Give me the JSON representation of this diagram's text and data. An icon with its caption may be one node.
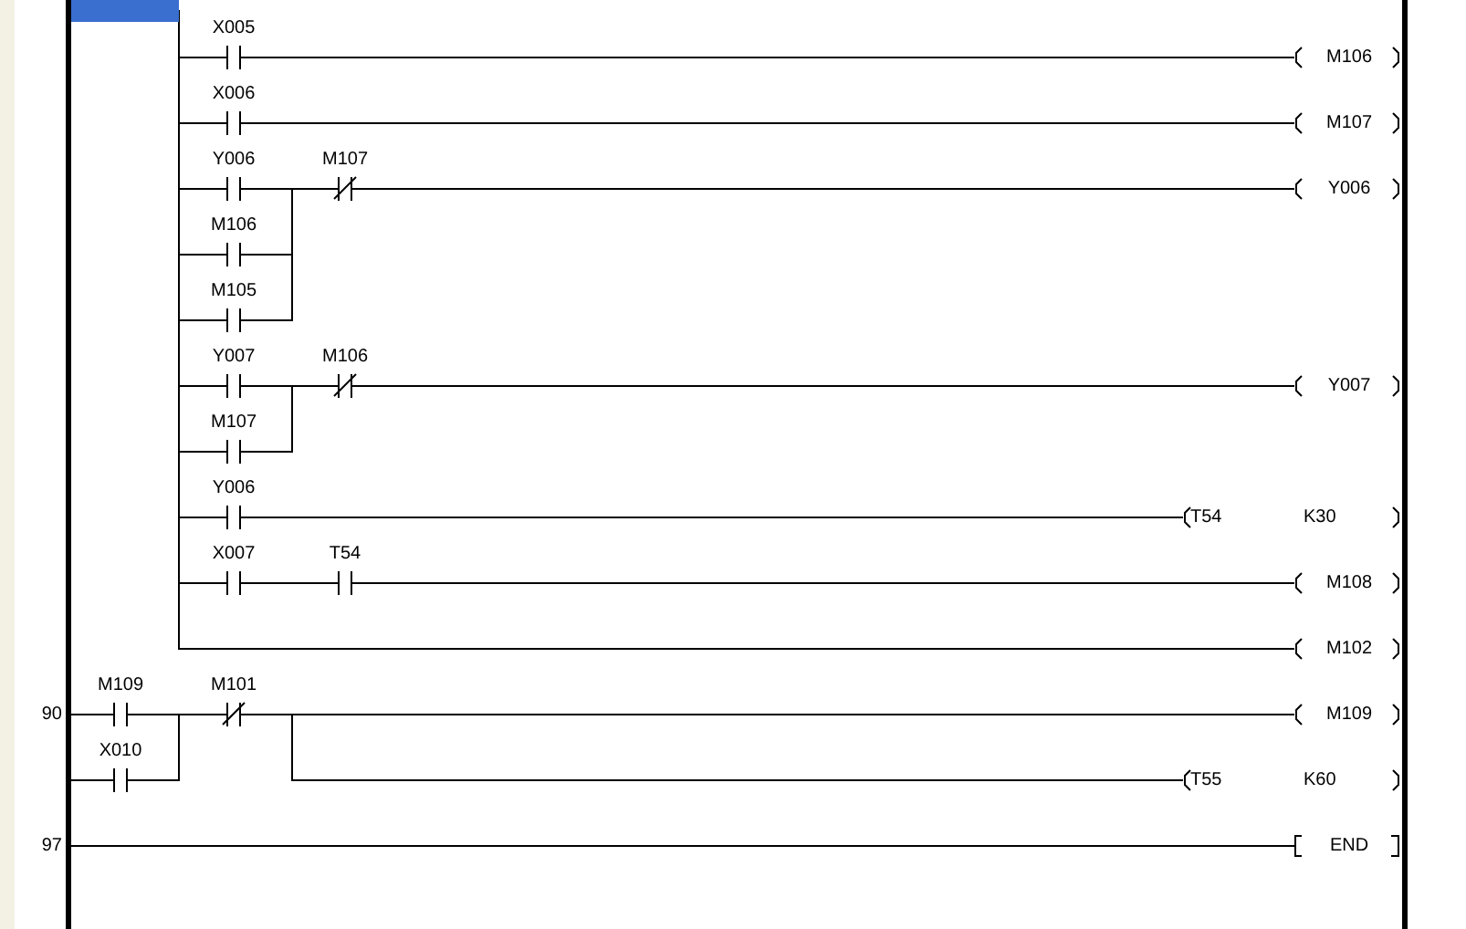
{
  "diagram": {
    "nodes": [
      {
        "text": [],
        "shape": "bar"
      },
      {
        "text": [
          "X005"
        ]
      },
      {
        "text": [
          "M106"
        ]
      },
      {
        "text": [
          "X006"
        ]
      },
      {
        "text": [
          "M107"
        ]
      },
      {
        "text": [
          "Y006"
        ]
      },
      {
        "text": [
          "M107"
        ]
      },
      {
        "text": [
          "M106"
        ]
      },
      {
        "text": [
          "M105"
        ]
      },
      {
        "text": [
          "Y006"
        ]
      },
      {
        "text": [
          "Y007"
        ]
      },
      {
        "text": [
          "M106"
        ]
      },
      {
        "text": [
          "M107"
        ]
      },
      {
        "text": [
          "Y007"
        ]
      },
      {
        "text": [
          "Y006"
        ]
      },
      {
        "text": [
          "T54",
          "K30"
        ]
      },
      {
        "text": [
          "X007"
        ]
      },
      {
        "text": [
          "T54"
        ]
      },
      {
        "text": [
          "M108"
        ]
      },
      {
        "text": [
          "M102"
        ]
      },
      {
        "text": [
          "M109"
        ]
      },
      {
        "text": [
          "M101"
        ]
      },
      {
        "text": [
          "X010"
        ]
      },
      {
        "text": [
          "M109"
        ]
      },
      {
        "text": [
          "T55",
          "K60"
        ]
      },
      {
        "text": [
          "END"
        ]
      }
    ],
    "edges": [
      {
        "from": 0,
        "to": 1,
        "arrow": "none"
      },
      {
        "from": 1,
        "to": 2,
        "arrow": "none"
      },
      {
        "from": 0,
        "to": 3,
        "arrow": "none"
      },
      {
        "from": 3,
        "to": 4,
        "arrow": "none"
      },
      {
        "from": 0,
        "to": 5,
        "arrow": "none"
      },
      {
        "from": 0,
        "to": 7,
        "arrow": "none"
      },
      {
        "from": 0,
        "to": 8,
        "arrow": "none"
      },
      {
        "from": 5,
        "to": 6,
        "arrow": "none"
      },
      {
        "from": 7,
        "to": 6,
        "arrow": "none"
      },
      {
        "from": 8,
        "to": 6,
        "arrow": "none"
      },
      {
        "from": 6,
        "to": 9,
        "arrow": "none"
      },
      {
        "from": 0,
        "to": 10,
        "arrow": "none"
      },
      {
        "from": 0,
        "to": 12,
        "arrow": "none"
      },
      {
        "from": 10,
        "to": 11,
        "arrow": "none"
      },
      {
        "from": 12,
        "to": 11,
        "arrow": "none"
      },
      {
        "from": 11,
        "to": 13,
        "arrow": "none"
      },
      {
        "from": 0,
        "to": 14,
        "arrow": "none"
      },
      {
        "from": 14,
        "to": 15,
        "arrow": "none"
      },
      {
        "from": 0,
        "to": 16,
        "arrow": "none"
      },
      {
        "from": 16,
        "to": 17,
        "arrow": "none"
      },
      {
        "from": 17,
        "to": 18,
        "arrow": "none"
      },
      {
        "from": 0,
        "to": 19,
        "arrow": "none"
      },
      {
        "from": 0,
        "to": 20,
        "arrow": "none"
      },
      {
        "from": 0,
        "to": 22,
        "arrow": "none"
      },
      {
        "from": 20,
        "to": 21,
        "arrow": "none"
      },
      {
        "from": 22,
        "to": 21,
        "arrow": "none"
      },
      {
        "from": 21,
        "to": 23,
        "arrow": "none"
      },
      {
        "from": 21,
        "to": 24,
        "arrow": "none"
      },
      {
        "from": 0,
        "to": 25,
        "arrow": "none"
      }
    ],
    "labels": [
      "90",
      "97"
    ]
  }
}
